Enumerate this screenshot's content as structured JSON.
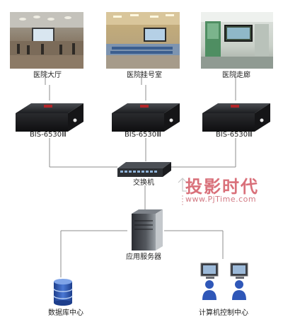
{
  "locations": [
    {
      "label": "医院大厅",
      "scene": "hall"
    },
    {
      "label": "医院挂号室",
      "scene": "registration"
    },
    {
      "label": "医院走廊",
      "scene": "corridor"
    }
  ],
  "players": [
    {
      "label": "BIS-6530Ⅲ"
    },
    {
      "label": "BIS-6530Ⅲ"
    },
    {
      "label": "BIS-6530Ⅲ"
    }
  ],
  "switch": {
    "label": "交换机"
  },
  "server": {
    "label": "应用服务器"
  },
  "database": {
    "label": "数据库中心"
  },
  "control_center": {
    "label": "计算机控制中心"
  },
  "watermark": {
    "brand": "投影时代",
    "url": "www.PjTime.com"
  },
  "colors": {
    "line": "#8c8c8c",
    "watermark": "#d9707a"
  }
}
